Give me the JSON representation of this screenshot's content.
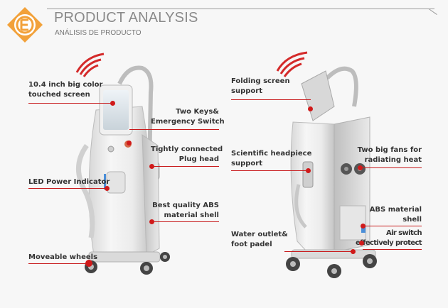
{
  "header": {
    "title": "PRODUCT ANALYSIS",
    "subtitle": "ANÁLISIS DE PRODUCTO",
    "logo_icon": "brand-logo-icon"
  },
  "colors": {
    "accent": "#c8191b",
    "logo_orange": "#f2a13a",
    "text": "#333333"
  },
  "left_labels": [
    {
      "line1": "10.4 inch big color",
      "line2": "touched screen"
    },
    {
      "line1": "Two Keys&",
      "line2": "Emergency Switch"
    },
    {
      "line1": "Tightly connected",
      "line2": "Plug head"
    },
    {
      "line1": "LED Power Indicator",
      "line2": ""
    },
    {
      "line1": "Best quality ABS",
      "line2": "material shell"
    },
    {
      "line1": "Moveable wheels",
      "line2": ""
    }
  ],
  "right_labels": [
    {
      "line1": "Folding screen",
      "line2": "support"
    },
    {
      "line1": "Scientific headpiece",
      "line2": "support"
    },
    {
      "line1": "Two big fans for",
      "line2": "radiating heat"
    },
    {
      "line1": "ABS material",
      "line2": "shell"
    },
    {
      "line1": "Water outlet&",
      "line2": "foot padel"
    },
    {
      "line1": "Air switch",
      "line2": "effectively protect"
    }
  ]
}
